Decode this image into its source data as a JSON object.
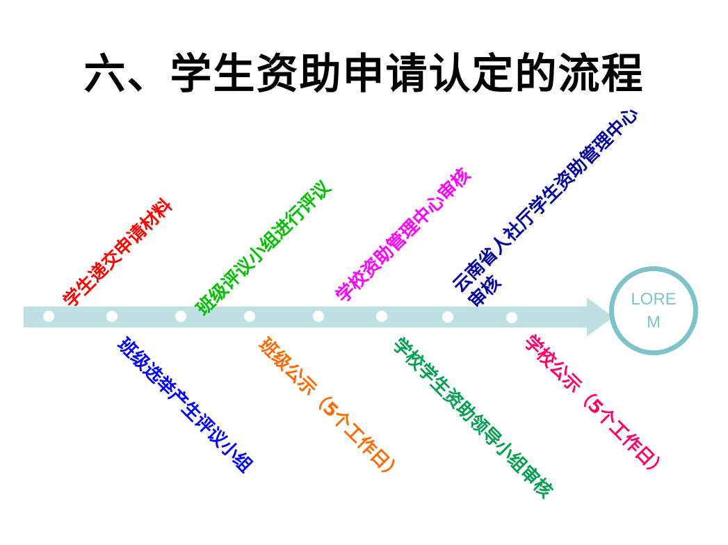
{
  "title": "六、学生资助申请认定的流程",
  "end_label": "LOREM",
  "colors": {
    "arrow": "#bfe0e3",
    "circle": "#7ec3c9"
  },
  "steps_top": [
    {
      "text": "学生递交申请材料",
      "color": "#ff0000"
    },
    {
      "text": "班级评议小组进行评议",
      "color": "#00c000"
    },
    {
      "text": "学校资助管理中心审核",
      "color": "#ff00ff"
    },
    {
      "text": "云南省人社厅学生资助管理中心审核",
      "color": "#0000a0"
    }
  ],
  "steps_bottom": [
    {
      "text": "班级选举产生评议小组",
      "color": "#0000ff"
    },
    {
      "text": "班级公示（5个工作日）",
      "color": "#ff6a00"
    },
    {
      "text": "学校学生资助领导小组审核",
      "color": "#00a050"
    },
    {
      "text": "学校公示（5个工作日）",
      "color": "#ff0066"
    }
  ]
}
